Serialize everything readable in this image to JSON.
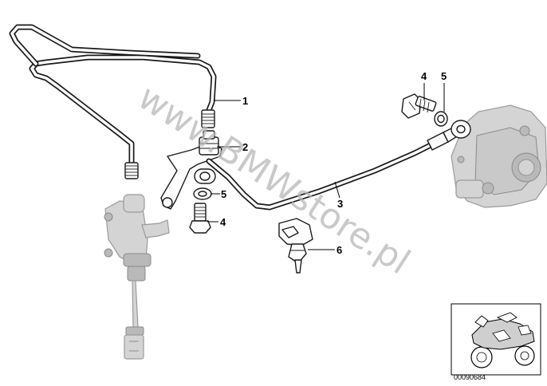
{
  "callouts": {
    "c1": "1",
    "c2": "2",
    "c3": "3",
    "c4a": "4",
    "c5a": "5",
    "c4b": "4",
    "c5b": "5",
    "c6": "6"
  },
  "watermark": "www.BMWstore.pl",
  "image_ref": "00090684",
  "colors": {
    "line": "#1a1a1a",
    "watermark": "#b8b8b8",
    "ghost_parts": "#d4d4d4"
  }
}
